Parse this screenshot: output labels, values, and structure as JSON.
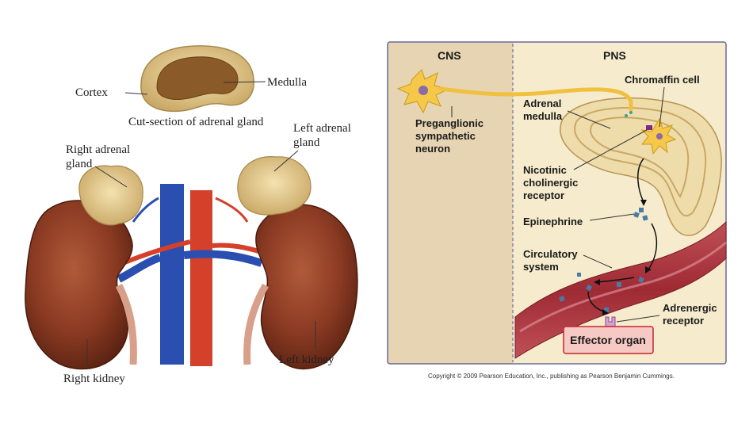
{
  "left_panel": {
    "labels": {
      "cortex": "Cortex",
      "medulla": "Medulla",
      "cut_section": "Cut-section of adrenal gland",
      "left_adrenal_gland": [
        "Left adrenal",
        "gland"
      ],
      "right_adrenal_gland": [
        "Right adrenal",
        "gland"
      ],
      "right_kidney": "Right kidney",
      "left_kidney": "Left kidney"
    }
  },
  "right_panel": {
    "headers": {
      "cns": "CNS",
      "pns": "PNS"
    },
    "labels": {
      "preganglionic": [
        "Preganglionic",
        "sympathetic",
        "neuron"
      ],
      "chromaffin_cell": "Chromaffin cell",
      "adrenal_medulla": [
        "Adrenal",
        "medulla"
      ],
      "nicotinic_receptor": [
        "Nicotinic",
        "cholinergic",
        "receptor"
      ],
      "epinephrine": "Epinephrine",
      "circulatory_system": [
        "Circulatory",
        "system"
      ],
      "adrenergic_receptor": [
        "Adrenergic",
        "receptor"
      ],
      "effector_organ": "Effector organ"
    },
    "copyright": "Copyright © 2009 Pearson Education, Inc., publishing as Pearson Benjamin Cummings."
  },
  "colors": {
    "kidney": "#8a3a22",
    "adrenal": "#e6cf92",
    "vein": "#2a4fb0",
    "artery": "#d4402a",
    "cns_bg": "#e6d4b2",
    "pns_bg": "#f6eccd",
    "vessel": "#a8323a",
    "effector_fill": "#f6c9c4",
    "effector_border": "#c0262e",
    "panel_border": "#6a6a9a"
  }
}
